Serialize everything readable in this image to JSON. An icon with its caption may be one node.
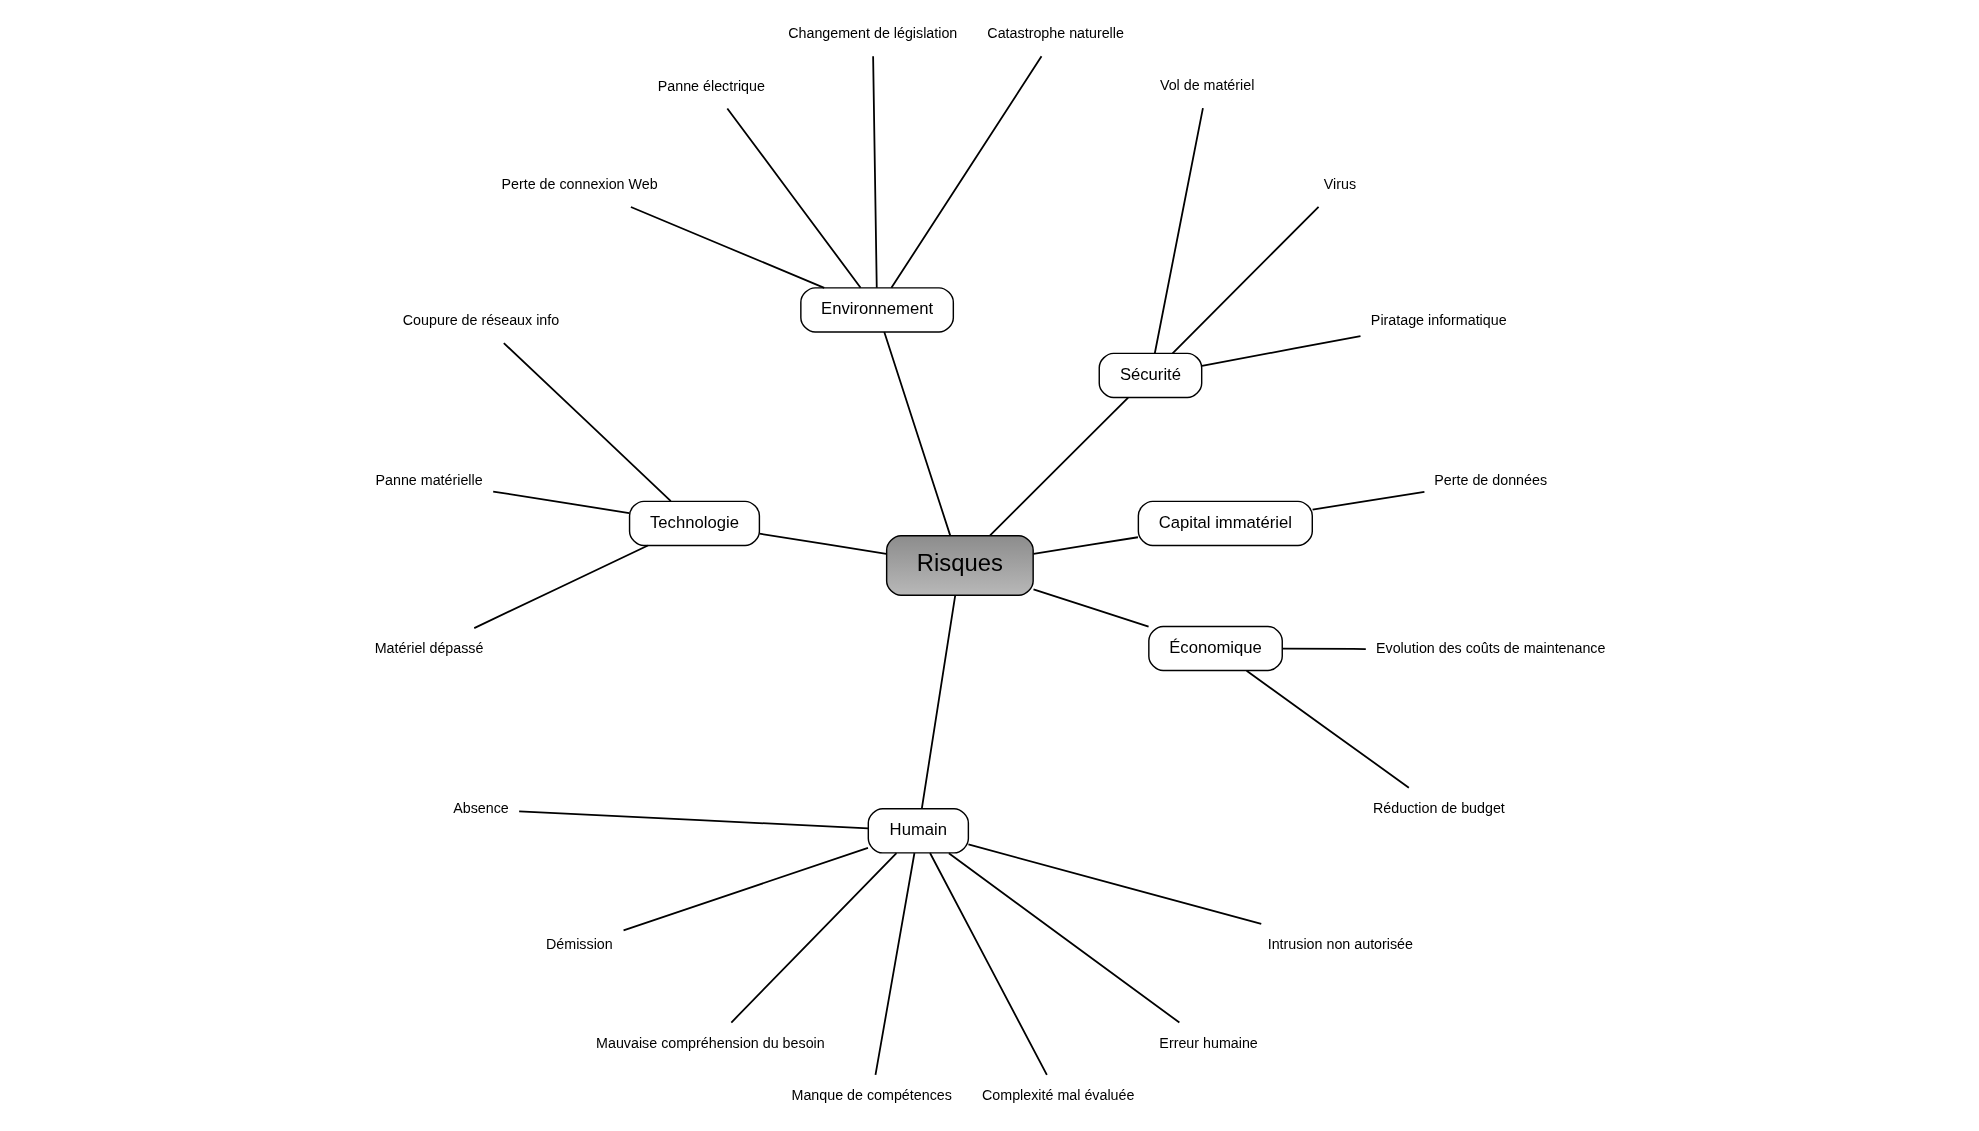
{
  "diagram": {
    "nodes": [
      {
        "text": [
          "Risques"
        ]
      },
      {
        "text": [
          "Capital immatériel"
        ]
      },
      {
        "text": [
          "Sécurité"
        ]
      },
      {
        "text": [
          "Environnement"
        ]
      },
      {
        "text": [
          "Technologie"
        ]
      },
      {
        "text": [
          "Humain"
        ]
      },
      {
        "text": [
          "Économique"
        ]
      },
      {
        "text": [
          "Perte de données"
        ]
      },
      {
        "text": [
          "Piratage informatique"
        ]
      },
      {
        "text": [
          "Virus"
        ]
      },
      {
        "text": [
          "Vol de matériel"
        ]
      },
      {
        "text": [
          "Catastrophe naturelle"
        ]
      },
      {
        "text": [
          "Changement de législation"
        ]
      },
      {
        "text": [
          "Panne électrique"
        ]
      },
      {
        "text": [
          "Perte de connexion Web"
        ]
      },
      {
        "text": [
          "Coupure de réseaux info"
        ]
      },
      {
        "text": [
          "Panne matérielle"
        ]
      },
      {
        "text": [
          "Matériel dépassé"
        ]
      },
      {
        "text": [
          "Absence"
        ]
      },
      {
        "text": [
          "Démission"
        ]
      },
      {
        "text": [
          "Mauvaise compréhension du besoin"
        ]
      },
      {
        "text": [
          "Manque de compétences"
        ]
      },
      {
        "text": [
          "Complexité mal évaluée"
        ]
      },
      {
        "text": [
          "Erreur humaine"
        ]
      },
      {
        "text": [
          "Intrusion non autorisée"
        ]
      },
      {
        "text": [
          "Réduction de budget"
        ]
      },
      {
        "text": [
          "Evolution des coûts de maintenance"
        ]
      }
    ],
    "edges": [
      {
        "from": 0,
        "to": 4,
        "arrow": "none"
      },
      {
        "from": 0,
        "to": 5,
        "arrow": "none"
      },
      {
        "from": 0,
        "to": 6,
        "arrow": "none"
      },
      {
        "from": 0,
        "to": 3,
        "arrow": "none"
      },
      {
        "from": 0,
        "to": 2,
        "arrow": "none"
      },
      {
        "from": 0,
        "to": 1,
        "arrow": "none"
      },
      {
        "from": 1,
        "to": 7,
        "arrow": "none"
      },
      {
        "from": 2,
        "to": 8,
        "arrow": "none"
      },
      {
        "from": 2,
        "to": 9,
        "arrow": "none"
      },
      {
        "from": 2,
        "to": 10,
        "arrow": "none"
      },
      {
        "from": 3,
        "to": 11,
        "arrow": "none"
      },
      {
        "from": 3,
        "to": 12,
        "arrow": "none"
      },
      {
        "from": 3,
        "to": 13,
        "arrow": "none"
      },
      {
        "from": 3,
        "to": 14,
        "arrow": "none"
      },
      {
        "from": 4,
        "to": 15,
        "arrow": "none"
      },
      {
        "from": 4,
        "to": 16,
        "arrow": "none"
      },
      {
        "from": 4,
        "to": 17,
        "arrow": "none"
      },
      {
        "from": 5,
        "to": 18,
        "arrow": "none"
      },
      {
        "from": 5,
        "to": 19,
        "arrow": "none"
      },
      {
        "from": 5,
        "to": 20,
        "arrow": "none"
      },
      {
        "from": 5,
        "to": 21,
        "arrow": "none"
      },
      {
        "from": 5,
        "to": 22,
        "arrow": "none"
      },
      {
        "from": 5,
        "to": 23,
        "arrow": "none"
      },
      {
        "from": 5,
        "to": 24,
        "arrow": "none"
      },
      {
        "from": 6,
        "to": 25,
        "arrow": "none"
      },
      {
        "from": 6,
        "to": 26,
        "arrow": "none"
      }
    ]
  }
}
